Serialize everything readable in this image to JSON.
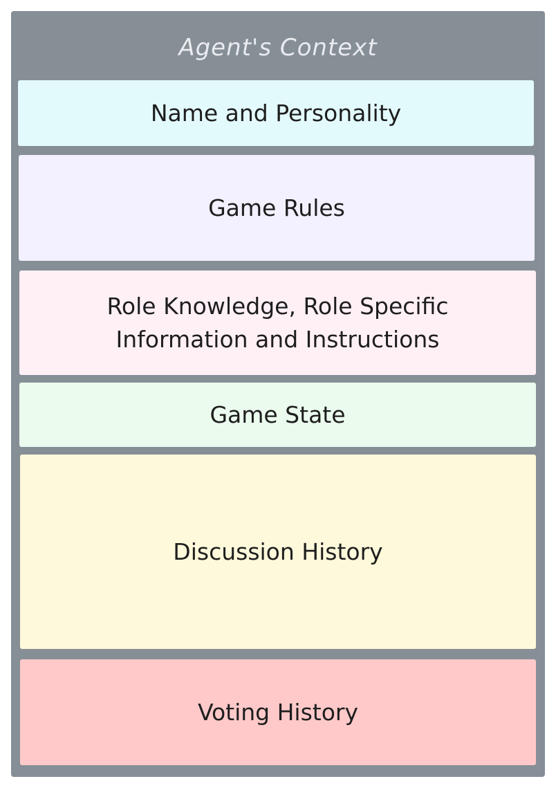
{
  "diagram": {
    "title": "Agent's Context",
    "blocks": [
      {
        "label": "Name and Personality",
        "color": "#e3fafc"
      },
      {
        "label": "Game Rules",
        "color": "#f3f0ff"
      },
      {
        "label": "Role Knowledge, Role Specific\nInformation and Instructions",
        "color": "#fff0f6"
      },
      {
        "label": "Game State",
        "color": "#ebfbee"
      },
      {
        "label": "Discussion History",
        "color": "#fff9db"
      },
      {
        "label": "Voting History",
        "color": "#ffc9c9"
      }
    ],
    "container_color": "#868e96"
  }
}
